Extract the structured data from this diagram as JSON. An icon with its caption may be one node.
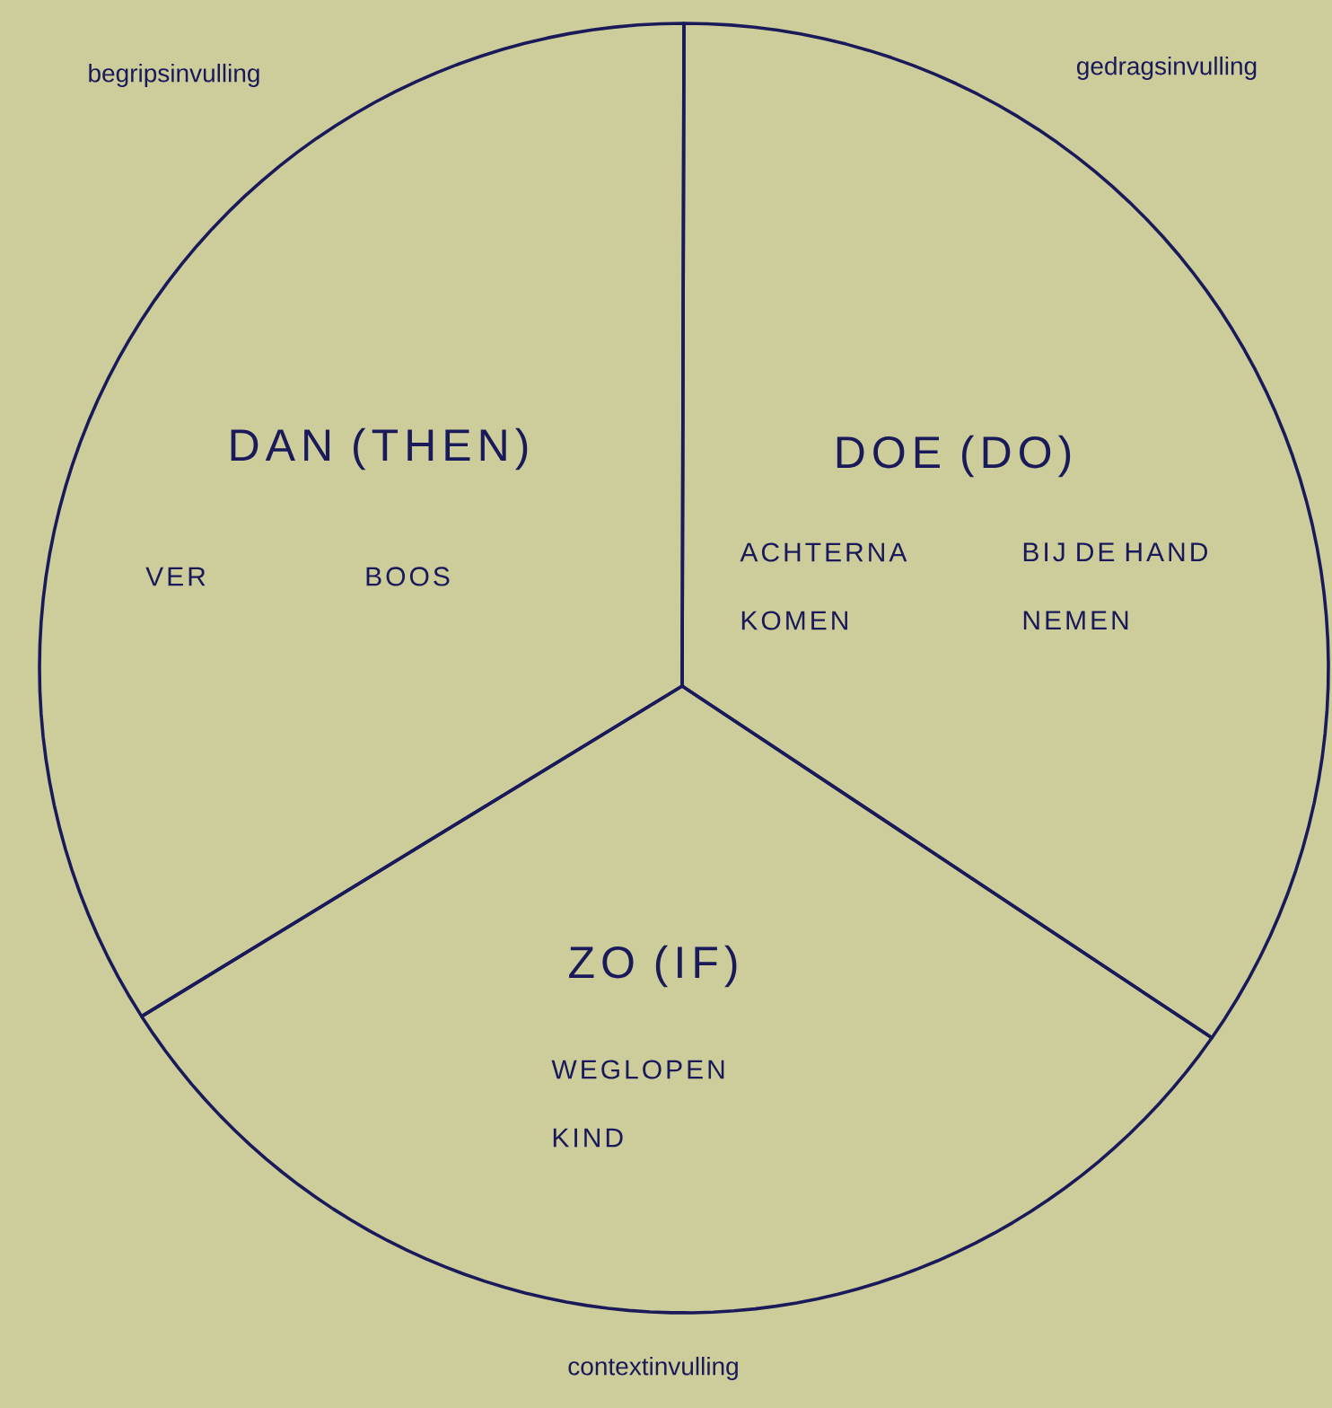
{
  "diagram": {
    "nodes": [
      {
        "text": [
          "DAN (THEN)",
          "VER",
          "BOOS"
        ]
      },
      {
        "text": [
          "DOE (DO)",
          "ACHTERNA KOMEN",
          "BIJ DE HAND NEMEN"
        ]
      },
      {
        "text": [
          "ZO (IF)",
          "WEGLOPEN KIND"
        ]
      }
    ],
    "labels": [
      "begripsinvulling",
      "gedragsinvulling",
      "contextinvulling"
    ]
  }
}
